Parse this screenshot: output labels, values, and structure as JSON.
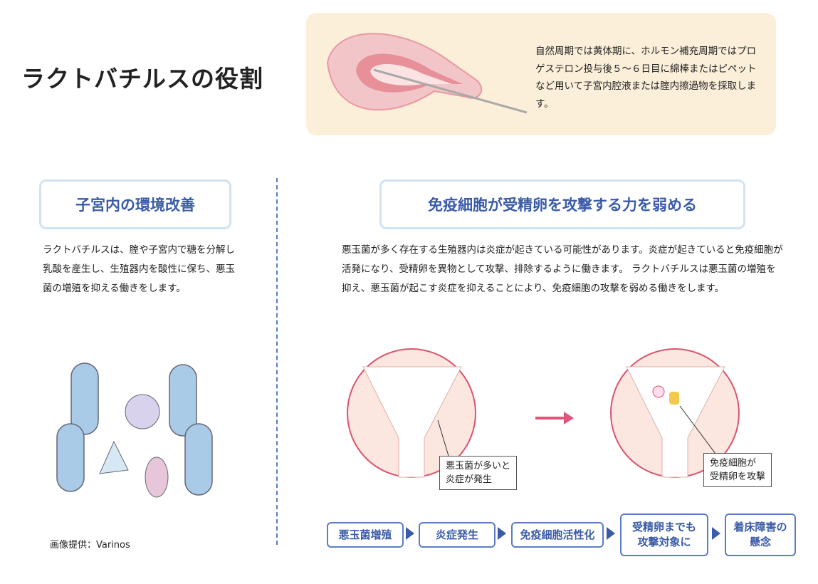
{
  "title": "ラクトバチルスの役割",
  "top_note": "自然周期では黄体期に、ホルモン補充周期ではプロゲステロン投与後５～６日目に綿棒またはピペットなど用いて子宮内腔液または腟内擦過物を採取します。",
  "left": {
    "heading": "子宮内の環境改善",
    "text": "ラクトバチルスは、腟や子宮内で糖を分解し乳酸を産生し、生殖器内を酸性に保ち、悪玉菌の増殖を抑える働きをします。",
    "credit": "画像提供：Varinos"
  },
  "right": {
    "heading": "免疫細胞が受精卵を攻撃する力を弱める",
    "text": "悪玉菌が多く存在する生殖器内は炎症が起きている可能性があります。炎症が起きていると免疫細胞が活発になり、受精卵を異物として攻撃、排除するように働きます。 ラクトバチルスは悪玉菌の増殖を抑え、悪玉菌が起こす炎症を抑えることにより、免疫細胞の攻撃を弱める働きをします。",
    "callout1": [
      "悪玉菌が多いと",
      "炎症が発生"
    ],
    "callout2": [
      "免疫細胞が",
      "受精卵を攻撃"
    ]
  },
  "flow": [
    [
      "悪玉菌増殖"
    ],
    [
      "炎症発生"
    ],
    [
      "免疫細胞活性化"
    ],
    [
      "受精卵までも",
      "攻撃対象に"
    ],
    [
      "着床障害の",
      "懸念"
    ]
  ],
  "colors": {
    "accent": "#3a5ba8",
    "arrow": "#e0567a",
    "box": "#fcefd9"
  }
}
